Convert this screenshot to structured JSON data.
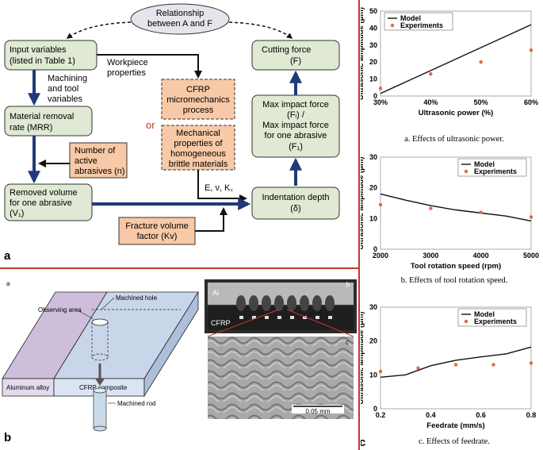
{
  "panel_labels": {
    "a": "a",
    "b": "b",
    "c": "c"
  },
  "flow": {
    "relationship": [
      "Relationship",
      "between A and F"
    ],
    "input": [
      "Input variables",
      "(listed in Table 1)"
    ],
    "workpiece": [
      "Workpiece",
      "properties"
    ],
    "machining": [
      "Machining",
      "and tool",
      "variables"
    ],
    "mrr": [
      "Material removal",
      "rate (MRR)"
    ],
    "cfrp": [
      "CFRP",
      "micromechanics",
      "process"
    ],
    "or": "or",
    "brittle": [
      "Mechanical",
      "properties of",
      "homogeneous",
      "brittle materials"
    ],
    "abrasives": [
      "Number of",
      "active",
      "abrasives (n)"
    ],
    "removed": [
      "Removed volume",
      "for one abrasive",
      "(V₁)"
    ],
    "evk": "E, ν, K꜀",
    "fracture": [
      "Fracture volume",
      "factor (Kv)"
    ],
    "cutting": [
      "Cutting force",
      "(F)"
    ],
    "maximpact": [
      "Max impact force",
      "(Fᵢ) /",
      "Max impact force",
      "for one abrasive",
      "(F₁)"
    ],
    "indent": [
      "Indentation depth",
      "(δ)"
    ]
  },
  "schematic": {
    "sub_label": "a",
    "observing_area": "Observing area",
    "machined_hole": "Machined hole",
    "aluminum": "Aluminum alloy",
    "cfrp": "CFRP composite",
    "machined_rod": "Machined rod"
  },
  "photo": {
    "sub_b": "b",
    "sub_c": "c",
    "al": "Al",
    "cfrp": "CFRP",
    "scale": "0.05 mm"
  },
  "chart_data": [
    {
      "type": "line",
      "caption": "a. Effects of ultrasonic power.",
      "xlabel": "Ultrasonic power (%)",
      "ylabel": "Ultrasonic amplitude (μm)",
      "xticks": [
        "30%",
        "40%",
        "50%",
        "60%"
      ],
      "xlim": [
        30,
        60
      ],
      "ylim": [
        0,
        50
      ],
      "yticks": [
        0,
        10,
        20,
        30,
        40,
        50
      ],
      "legend": [
        "Model",
        "Experiments"
      ],
      "legend_position": "top-left",
      "model": {
        "x": [
          30,
          60
        ],
        "y": [
          1.5,
          42
        ]
      },
      "experiments": {
        "x": [
          30,
          40,
          50,
          60
        ],
        "y": [
          4.5,
          13,
          20,
          27
        ]
      }
    },
    {
      "type": "line",
      "caption": "b. Effects of tool rotation speed.",
      "xlabel": "Tool rotation speed (rpm)",
      "ylabel": "Ultrasonic amplitude (μm)",
      "xticks": [
        "2000",
        "3000",
        "4000",
        "5000"
      ],
      "xlim": [
        2000,
        5000
      ],
      "ylim": [
        0,
        30
      ],
      "yticks": [
        0,
        10,
        20,
        30
      ],
      "legend": [
        "Model",
        "Experiments"
      ],
      "legend_position": "top-right",
      "model": {
        "x": [
          2000,
          2500,
          3000,
          3500,
          4000,
          4500,
          5000
        ],
        "y": [
          18,
          16,
          14.2,
          12.8,
          11.8,
          10.8,
          9.2
        ]
      },
      "experiments": {
        "x": [
          2000,
          3000,
          4000,
          5000
        ],
        "y": [
          14.5,
          13.3,
          12,
          10.5
        ]
      }
    },
    {
      "type": "line",
      "caption": "c. Effects of feedrate.",
      "xlabel": "Feedrate (mm/s)",
      "ylabel": "Ultrasonic amplitude (μm)",
      "xticks": [
        "0.2",
        "0.4",
        "0.6",
        "0.8"
      ],
      "xlim": [
        0.2,
        0.8
      ],
      "ylim": [
        0,
        30
      ],
      "yticks": [
        0,
        10,
        20,
        30
      ],
      "legend": [
        "Model",
        "Experiments"
      ],
      "legend_position": "top-right",
      "model": {
        "x": [
          0.2,
          0.3,
          0.4,
          0.5,
          0.6,
          0.7,
          0.8
        ],
        "y": [
          9.3,
          10,
          12.7,
          14.3,
          15.3,
          16.2,
          18.2
        ]
      },
      "experiments": {
        "x": [
          0.2,
          0.35,
          0.5,
          0.65,
          0.8
        ],
        "y": [
          11,
          12,
          13,
          13,
          13.5
        ]
      }
    }
  ]
}
